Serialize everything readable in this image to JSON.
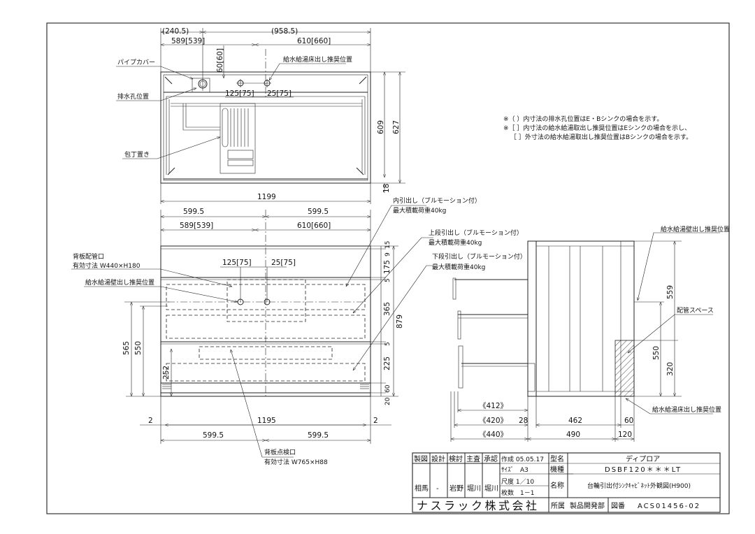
{
  "notes": [
    "※（ ）内寸法の排水孔位置はE・Bシンクの場合を示す。",
    "※［ ］内寸法の給水給湯取出し推奨位置はEシンクの場合を示し、",
    "［ ］外寸法の給水給湯取出し推奨位置はBシンクの場合を示す。"
  ],
  "top_view": {
    "labels": {
      "pipe_cover": "パイプカバー",
      "drain": "排水孔位置",
      "knife": "包丁置き",
      "floor_supply": "給水給湯床出し推奨位置"
    },
    "dims": {
      "d240": "(240.5)",
      "d958": "(958.5)",
      "d589": "589[539]",
      "d610": "610[660]",
      "d60": "60[60]",
      "d125": "125[75]",
      "d25": "25[75]",
      "d609": "609",
      "d627": "627",
      "d18": "18",
      "d1199": "1199"
    }
  },
  "front_view": {
    "labels": {
      "back_port": "背板配管口",
      "back_port_size": "有効寸法 W440×H180",
      "wall_supply": "給水給湯壁出し推奨位置",
      "inspect": "背板点検口",
      "inspect_size": "有効寸法 W765×H88",
      "inner_drawer": "内引出し（ブルモーション付）",
      "upper_drawer": "上段引出し（ブルモーション付）",
      "lower_drawer": "下段引出し（ブルモーション付）",
      "max_load": "最大積載荷重40kg"
    },
    "dims": {
      "top_l": "599.5",
      "top_r": "599.5",
      "mid_l": "589[539]",
      "mid_r": "610[660]",
      "d125": "125[75]",
      "d25": "25[75]",
      "bot_2a": "2",
      "bot_1195": "1195",
      "bot_2b": "2",
      "bot_l": "599.5",
      "bot_r": "599.5",
      "v565": "565",
      "v550": "550",
      "v252": "252",
      "r15": "15",
      "r9": "9",
      "r175": "175",
      "r5a": "5",
      "r365": "365",
      "r5b": "5",
      "r225": "225",
      "r60": "60",
      "r20": "20",
      "r879": "879"
    }
  },
  "side_view": {
    "labels": {
      "wall_supply": "給水給湯壁出し推奨位置",
      "pipe_space": "配管スペース",
      "floor_supply": "給水給湯床出し推奨位置"
    },
    "dims": {
      "d412": "《412》",
      "d420": "《420》",
      "d28": "28",
      "d462": "462",
      "d60": "60",
      "d440": "《440》",
      "d490": "490",
      "d120": "120",
      "v559": "559",
      "v550": "550",
      "v320": "320"
    }
  },
  "title_block": {
    "headers": [
      "製図",
      "設計",
      "検討",
      "主査",
      "承認"
    ],
    "names": [
      "相馬",
      "-",
      "岩野",
      "堀川",
      "堀川"
    ],
    "created": "作成 05.05.17",
    "size": "ｻｲｽﾞ　A3",
    "scale": "尺度 1／10",
    "sheets": "枚数　1－1",
    "model_name_label": "型名",
    "model_name": "ディプロア",
    "model_no_label": "機種",
    "model_no": "DSBF120＊＊＊LT",
    "title_label": "名称",
    "title": "台輪引出付ｼﾝｸｷｬﾋﾞﾈｯﾄ外観図(H900)",
    "company": "ナスラック株式会社",
    "dept_label": "所属",
    "dept": "製品開発部",
    "drawing_no_label": "図番",
    "drawing_no": "ACS01456-02"
  }
}
